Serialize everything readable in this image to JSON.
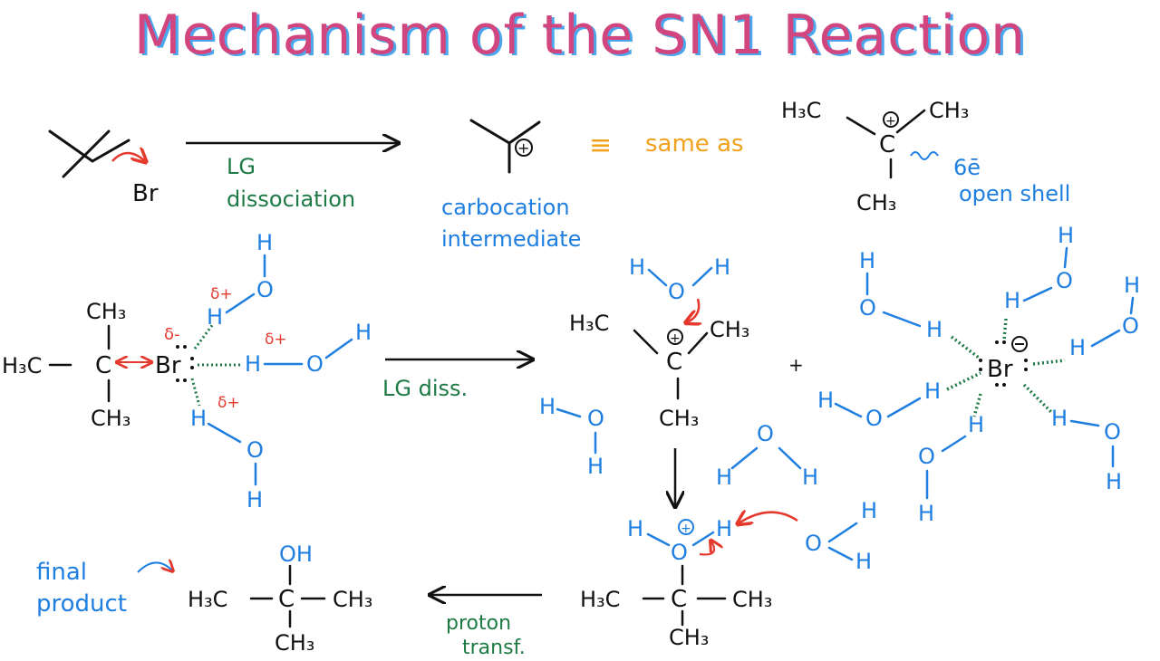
{
  "title": "Mechanism of the SN1 Reaction",
  "top_row": {
    "leaving_group": "Br",
    "arrow_label_line1": "LG",
    "arrow_label_line2": "dissociation",
    "carbocation_label_line1": "carbocation",
    "carbocation_label_line2": "intermediate",
    "equiv_sign": "≡",
    "same_as": "same as",
    "electron_count": "6ē",
    "open_shell": "open shell"
  },
  "formulas": {
    "h3c": "H₃C",
    "ch3": "CH₃",
    "c": "C",
    "br": "Br",
    "h": "H",
    "o": "O",
    "oh": "OH",
    "plus_charge": "⊕",
    "minus_charge": "⊖"
  },
  "charges": {
    "delta_plus": "δ+",
    "delta_minus": "δ-"
  },
  "middle_row": {
    "arrow_label": "LG diss.",
    "plus": "+"
  },
  "bottom_row": {
    "final_line1": "final",
    "final_line2": "product",
    "arrow_label_line1": "proton",
    "arrow_label_line2": "transf."
  },
  "colors": {
    "title_pink": "#d2467f",
    "title_shadow_blue": "#4aa7ee",
    "ink_black": "#111111",
    "water_blue": "#1f7fe0",
    "label_green": "#1d7a44",
    "arrow_red": "#e5392e",
    "equiv_orange": "#f2a11c"
  }
}
